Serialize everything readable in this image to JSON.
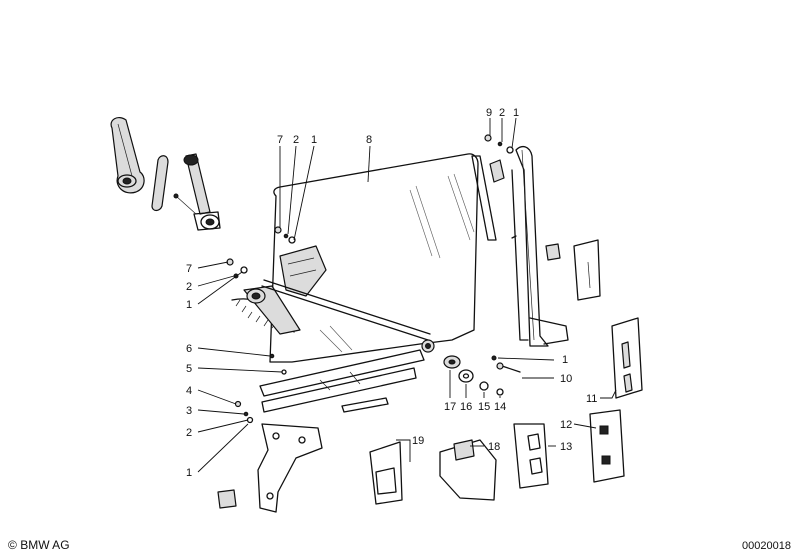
{
  "callouts": {
    "c9": "9",
    "c2a": "2",
    "c1a": "1",
    "c7a": "7",
    "c2b": "2",
    "c1b": "1",
    "c8": "8",
    "c7b": "7",
    "c2c": "2",
    "c1c": "1",
    "c6": "6",
    "c5": "5",
    "c4": "4",
    "c3": "3",
    "c2d": "2",
    "c1d": "1",
    "c1e": "1",
    "c10": "10",
    "c11": "11",
    "c12": "12",
    "c13": "13",
    "c17": "17",
    "c16": "16",
    "c15": "15",
    "c14": "14",
    "c18": "18",
    "c19": "19"
  },
  "footer": {
    "brand": "BMW AG",
    "copyright_symbol": "©",
    "diagram_id": "00020018"
  }
}
